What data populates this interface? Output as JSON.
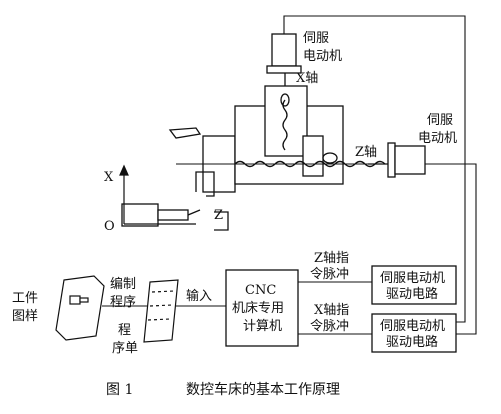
{
  "motor_top": {
    "line1": "伺服",
    "line2": "电动机"
  },
  "x_axis_name": "X轴",
  "motor_right": {
    "line1": "伺服",
    "line2": "电动机"
  },
  "z_axis_name": "Z轴",
  "coord": {
    "x": "X",
    "z": "Z",
    "origin": "O"
  },
  "workpiece": {
    "line1": "工件",
    "line2": "图样"
  },
  "programming": {
    "line1": "编制",
    "line2": "程序"
  },
  "program_sheet": {
    "line1": "程",
    "line2": "序单"
  },
  "input_label": "输入",
  "cnc": {
    "line1": "CNC",
    "line2": "机床专用",
    "line3": "计算机"
  },
  "z_pulse": {
    "line1": "Z轴指",
    "line2": "令脉冲"
  },
  "x_pulse": {
    "line1": "X轴指",
    "line2": "令脉冲"
  },
  "drive_top": {
    "line1": "伺服电动机",
    "line2": "驱动电路"
  },
  "drive_bottom": {
    "line1": "伺服电动机",
    "line2": "驱动电路"
  },
  "caption": {
    "fig": "图 1",
    "title": "数控车床的基本工作原理"
  }
}
